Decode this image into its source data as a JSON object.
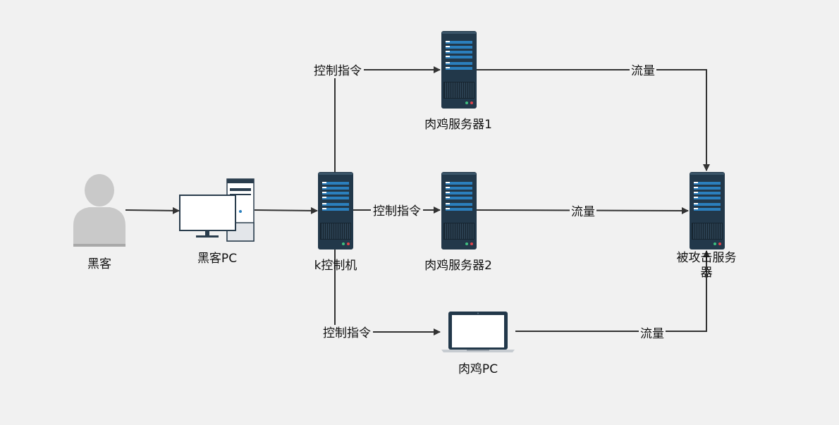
{
  "nodes": {
    "hacker": {
      "label": "黑客",
      "icon": "person-icon"
    },
    "hacker_pc": {
      "label": "黑客PC",
      "icon": "desktop-computer-icon"
    },
    "controller": {
      "label": "k控制机",
      "icon": "server-icon"
    },
    "zombie_server_1": {
      "label": "肉鸡服务器1",
      "icon": "server-icon"
    },
    "zombie_server_2": {
      "label": "肉鸡服务器2",
      "icon": "server-icon"
    },
    "zombie_pc": {
      "label": "肉鸡PC",
      "icon": "laptop-icon"
    },
    "target": {
      "label_line1": "被攻击服务",
      "label_line2": "器",
      "icon": "server-icon"
    }
  },
  "edges": {
    "command_label": "控制指令",
    "traffic_label": "流量"
  },
  "colors": {
    "background": "#f1f1f1",
    "edge": "#333333",
    "server_body": "#22384a",
    "server_stripe": "#2b7fbd",
    "person": "#c9c9c9"
  }
}
